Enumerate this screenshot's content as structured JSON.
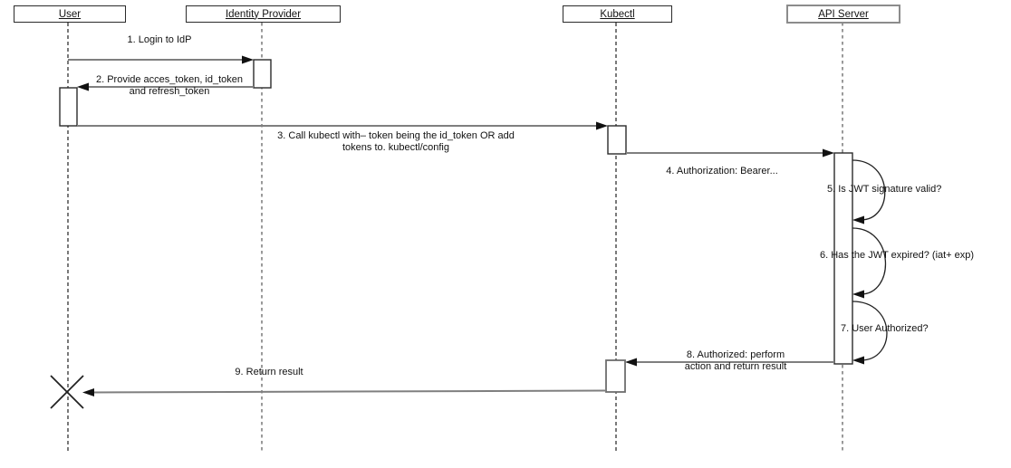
{
  "diagram": {
    "type": "uml-sequence",
    "participants": [
      {
        "label": "User"
      },
      {
        "label": "Identity Provider"
      },
      {
        "label": "Kubectl"
      },
      {
        "label": "API Server"
      }
    ],
    "messages": {
      "m1": "1.  Login to IdP",
      "m2": "2. Provide acces_token, id_token\nand refresh_token",
      "m3": "3.  Call kubectl with– token being the id_token OR add\ntokens to. kubectl/config",
      "m4": "4.  Authorization: Bearer...",
      "m5": "5. Is JWT signature valid?",
      "m6": "6. Has the JWT expired? (iat+  exp)",
      "m7": "7. User Authorized?",
      "m8": "8.  Authorized:  perform\naction and return result",
      "m9": "9. Return result"
    },
    "colors": {
      "arrow_line": "#7f7f7f",
      "arrowhead": "#111111",
      "lifeline_dark": "#222222",
      "lifeline_light": "#999999",
      "box_border_dark": "#2b2b2b",
      "box_border_light": "#8c8c8c"
    }
  }
}
